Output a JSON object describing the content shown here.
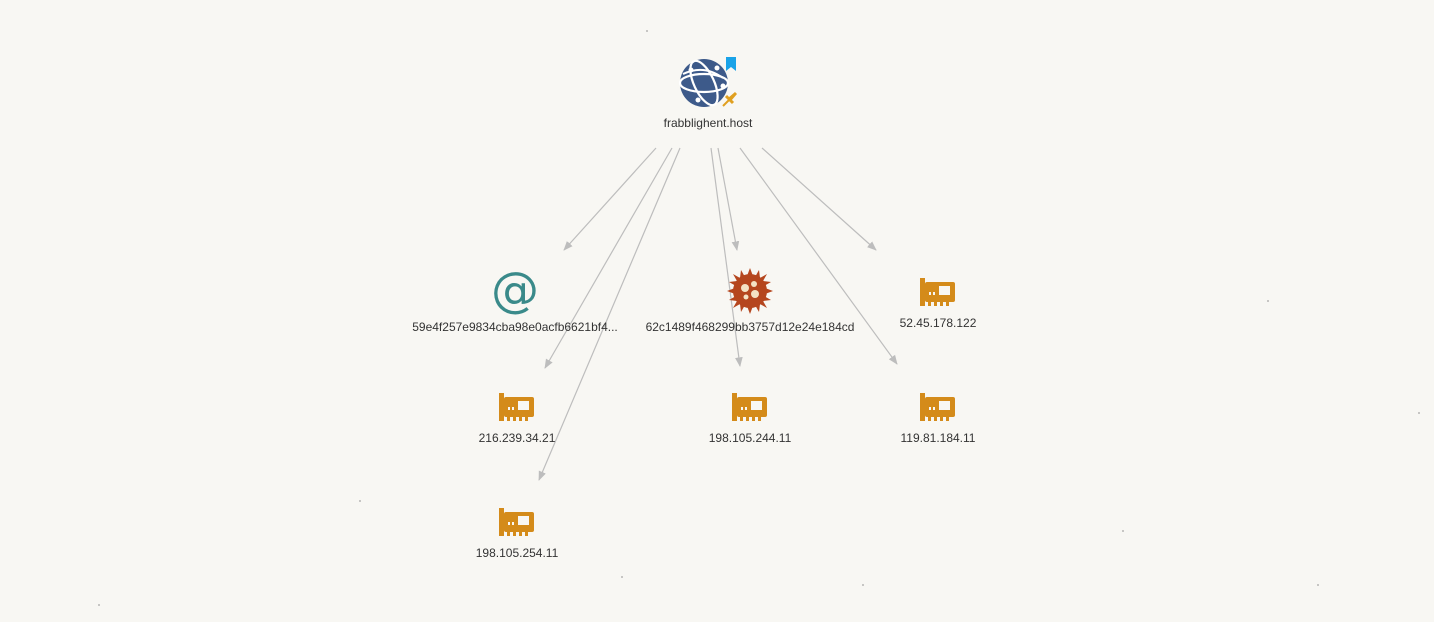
{
  "graph": {
    "root": {
      "label": "frabblighent.host",
      "icon": "globe-icon",
      "badges": [
        "bookmark-icon",
        "pin-icon"
      ]
    },
    "children": [
      {
        "label": "59e4f257e9834cba98e0acfb6621bf4...",
        "icon": "at-sign-icon",
        "color": "#3a8a8a"
      },
      {
        "label": "62c1489f468299bb3757d12e24e184cd",
        "icon": "malware-icon",
        "color": "#b5461e"
      },
      {
        "label": "52.45.178.122",
        "icon": "network-card-icon",
        "color": "#d48b1a"
      },
      {
        "label": "216.239.34.21",
        "icon": "network-card-icon",
        "color": "#d48b1a"
      },
      {
        "label": "198.105.244.11",
        "icon": "network-card-icon",
        "color": "#d48b1a"
      },
      {
        "label": "119.81.184.11",
        "icon": "network-card-icon",
        "color": "#d48b1a"
      },
      {
        "label": "198.105.254.11",
        "icon": "network-card-icon",
        "color": "#d48b1a"
      }
    ],
    "colors": {
      "edge": "#bdbdbd",
      "globe": "#3d5a8a",
      "bookmark": "#1aa3e8",
      "pin": "#e0a020"
    }
  }
}
